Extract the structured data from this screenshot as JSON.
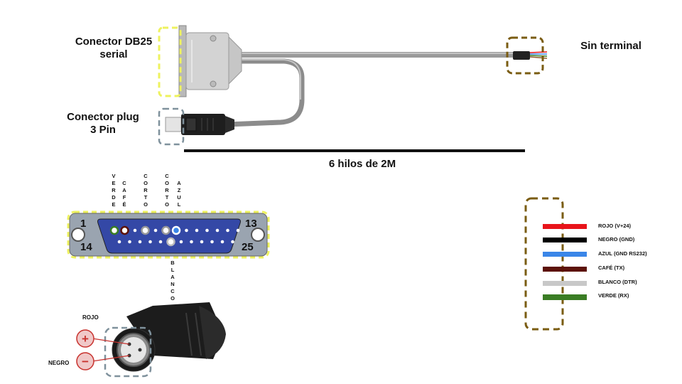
{
  "top": {
    "db25_label_line1": "Conector DB25",
    "db25_label_line2": "serial",
    "plug_label_line1": "Conector plug",
    "plug_label_line2": "3 Pin",
    "no_terminal_label": "Sin terminal",
    "cable_length_label": "6 hilos de 2M"
  },
  "pinout": {
    "top_labels": [
      "VERDE",
      "CAFÉ",
      "CORTO",
      "CORTO",
      "AZUL"
    ],
    "bottom_label": "BLANCO",
    "pin_1": "1",
    "pin_13": "13",
    "pin_14": "14",
    "pin_25": "25"
  },
  "plug": {
    "positive_label": "ROJO",
    "negative_label": "NEGRO",
    "plus_symbol": "+",
    "minus_symbol": "−"
  },
  "legend": {
    "items": [
      {
        "label": "ROJO (V+24)",
        "color": "#e8141a"
      },
      {
        "label": "NEGRO (GND)",
        "color": "#000000"
      },
      {
        "label": "AZUL (GND RS232)",
        "color": "#3a86e8"
      },
      {
        "label": "CAFÉ (TX)",
        "color": "#5c1208"
      },
      {
        "label": "BLANCO (DTR)",
        "color": "#c8c8c8"
      },
      {
        "label": "VERDE (RX)",
        "color": "#3a7d24"
      }
    ]
  },
  "colors": {
    "highlight_yellow": "#eef25e",
    "highlight_gray": "#7f919c",
    "highlight_brown": "#7a5c12",
    "db25_body": "#3448a6"
  }
}
